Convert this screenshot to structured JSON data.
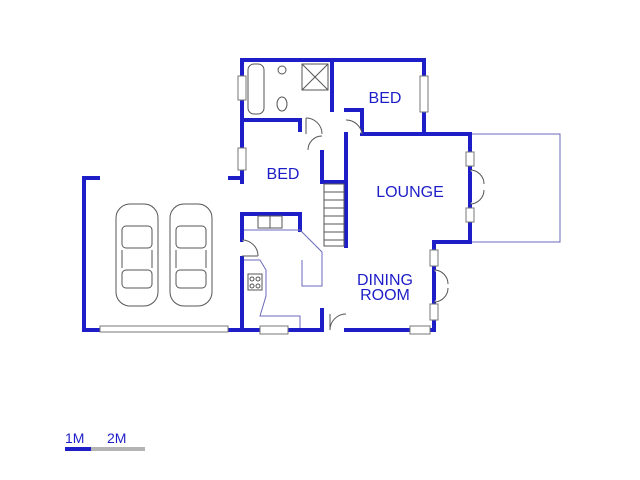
{
  "rooms": {
    "bed_top": "BED",
    "bed_left": "BED",
    "lounge": "LOUNGE",
    "dining_line1": "DINING",
    "dining_line2": "ROOM"
  },
  "scale": {
    "label_1": "1M",
    "label_2": "2M"
  },
  "colors": {
    "wall": "#1e1ec8",
    "scale_gray": "#b4b4b4"
  }
}
